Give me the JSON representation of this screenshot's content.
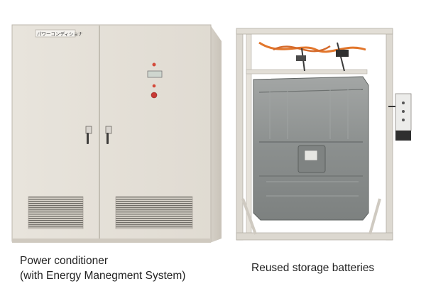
{
  "captions": {
    "power_conditioner_line1": "Power conditioner",
    "power_conditioner_line2": "(with Energy Manegment System)",
    "batteries": "Reused storage batteries"
  },
  "cabinet": {
    "nameplate": "パワーコンディショナ"
  },
  "colors": {
    "cabinet_body": "#e6e1d9",
    "frame": "#dcd9d1",
    "battery_shell": "#8e9190",
    "cable_orange": "#e2762b"
  }
}
